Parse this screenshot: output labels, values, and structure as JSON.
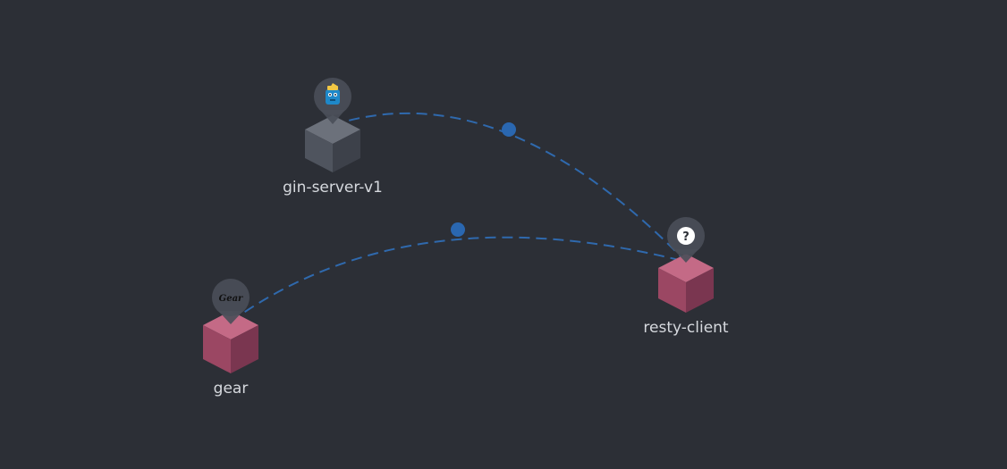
{
  "nodes": [
    {
      "id": "gin-server-v1",
      "label": "gin-server-v1",
      "icon": "gin-logo-icon",
      "color": "#4e535d"
    },
    {
      "id": "gear",
      "label": "gear",
      "icon": "gear-logo-icon",
      "icon_text": "Gear",
      "color": "#9b4763"
    },
    {
      "id": "resty-client",
      "label": "resty-client",
      "icon": "question-mark-icon",
      "icon_text": "?",
      "color": "#9b4763"
    }
  ],
  "edges": [
    {
      "from": "gin-server-v1",
      "to": "resty-client"
    },
    {
      "from": "gear",
      "to": "resty-client"
    }
  ],
  "colors": {
    "background": "#2c2f36",
    "edge": "#2f6db4",
    "label": "#d6d9de"
  }
}
